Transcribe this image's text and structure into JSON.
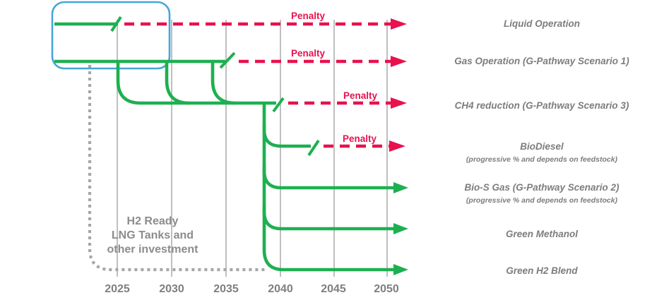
{
  "years": [
    "2025",
    "2030",
    "2035",
    "2040",
    "2045",
    "2050"
  ],
  "penalties": [
    "Penalty",
    "Penalty",
    "Penalty",
    "Penalty"
  ],
  "pathways": [
    {
      "label": "Liquid Operation",
      "sublabel": ""
    },
    {
      "label": "Gas Operation (G-Pathway Scenario 1)",
      "sublabel": ""
    },
    {
      "label": "CH4 reduction (G-Pathway Scenario 3)",
      "sublabel": ""
    },
    {
      "label": "BioDiesel",
      "sublabel": "(progressive % and depends on feedstock)"
    },
    {
      "label": "Bio-S Gas (G-Pathway Scenario 2)",
      "sublabel": "(progressive % and depends on feedstock)"
    },
    {
      "label": "Green Methanol",
      "sublabel": ""
    },
    {
      "label": "Green H2 Blend",
      "sublabel": ""
    }
  ],
  "investment_note": [
    "H2 Ready",
    "LNG Tanks and",
    "other investment"
  ],
  "colors": {
    "green": "#1DB050",
    "red": "#E8114E",
    "blue": "#46A5DC",
    "grid": "#BFBFBF",
    "dot": "#A6A6A6",
    "graytext": "#7D7D7D",
    "note": "#8C8C8C",
    "year": "#7F7F7F"
  }
}
